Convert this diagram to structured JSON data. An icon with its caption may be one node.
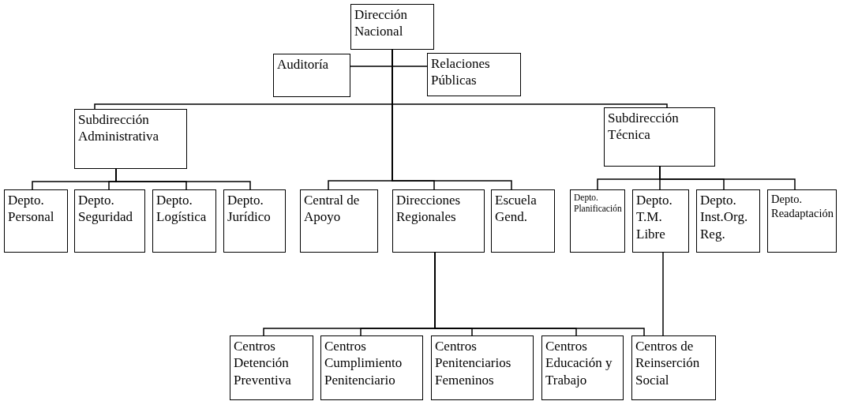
{
  "diagram": {
    "nodes": [
      {
        "text": [
          "Dirección Nacional"
        ]
      },
      {
        "text": [
          "Auditoría"
        ]
      },
      {
        "text": [
          "Relaciones Públicas"
        ]
      },
      {
        "text": [
          "Subdirección Administrativa"
        ]
      },
      {
        "text": [
          "Subdirección Técnica"
        ]
      },
      {
        "text": [
          "Depto. Personal"
        ]
      },
      {
        "text": [
          "Depto. Seguridad"
        ]
      },
      {
        "text": [
          "Depto. Logística"
        ]
      },
      {
        "text": [
          "Depto. Jurídico"
        ]
      },
      {
        "text": [
          "Central de Apoyo"
        ]
      },
      {
        "text": [
          "Direcciones Regionales"
        ]
      },
      {
        "text": [
          "Escuela Gend."
        ]
      },
      {
        "text": [
          "Depto. Planificación"
        ]
      },
      {
        "text": [
          "Depto. T.M. Libre"
        ]
      },
      {
        "text": [
          "Depto. Inst.Org. Reg."
        ]
      },
      {
        "text": [
          "Depto. Readaptación"
        ]
      },
      {
        "text": [
          "Centros Detención Preventiva"
        ]
      },
      {
        "text": [
          "Centros Cumplimiento Penitenciario"
        ]
      },
      {
        "text": [
          "Centros Penitenciarios Femeninos"
        ]
      },
      {
        "text": [
          "Centros Educación y Trabajo"
        ]
      },
      {
        "text": [
          "Centros de Reinserción Social"
        ]
      }
    ],
    "edges": [
      {
        "from": 0,
        "to": 1,
        "arrow": "none"
      },
      {
        "from": 0,
        "to": 2,
        "arrow": "none"
      },
      {
        "from": 0,
        "to": 3,
        "arrow": "none"
      },
      {
        "from": 0,
        "to": 4,
        "arrow": "none"
      },
      {
        "from": 0,
        "to": 9,
        "arrow": "none"
      },
      {
        "from": 0,
        "to": 10,
        "arrow": "none"
      },
      {
        "from": 0,
        "to": 11,
        "arrow": "none"
      },
      {
        "from": 3,
        "to": 5,
        "arrow": "none"
      },
      {
        "from": 3,
        "to": 6,
        "arrow": "none"
      },
      {
        "from": 3,
        "to": 7,
        "arrow": "none"
      },
      {
        "from": 3,
        "to": 8,
        "arrow": "none"
      },
      {
        "from": 4,
        "to": 12,
        "arrow": "none"
      },
      {
        "from": 4,
        "to": 13,
        "arrow": "none"
      },
      {
        "from": 4,
        "to": 14,
        "arrow": "none"
      },
      {
        "from": 4,
        "to": 15,
        "arrow": "none"
      },
      {
        "from": 10,
        "to": 16,
        "arrow": "none"
      },
      {
        "from": 10,
        "to": 17,
        "arrow": "none"
      },
      {
        "from": 10,
        "to": 18,
        "arrow": "none"
      },
      {
        "from": 10,
        "to": 19,
        "arrow": "none"
      },
      {
        "from": 10,
        "to": 20,
        "arrow": "none"
      },
      {
        "from": 13,
        "to": 20,
        "arrow": "none"
      }
    ]
  }
}
